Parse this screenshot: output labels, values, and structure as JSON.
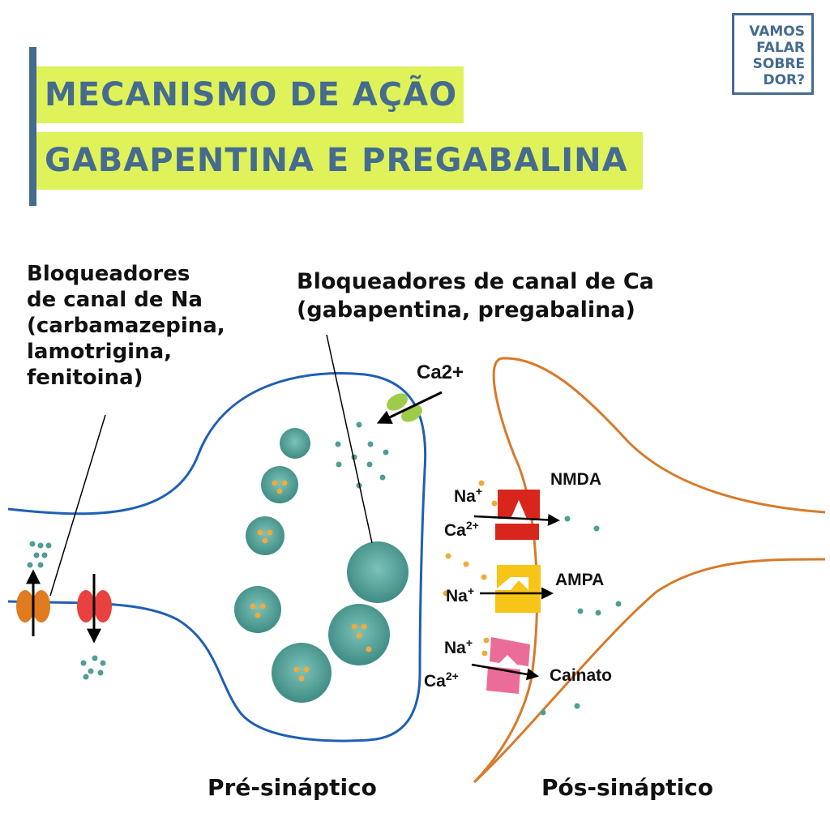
{
  "title": {
    "line1": "MECANISMO DE AÇÃO",
    "line2": "GABAPENTINA E PREGABALINA"
  },
  "logo": {
    "line1": "VAMOS",
    "line2": "FALAR",
    "line3": "SOBRE",
    "line4": "DOR?"
  },
  "labels": {
    "na_blockers": [
      "Bloqueadores",
      "de canal de Na",
      "(carbamazepina,",
      "lamotrigina,",
      "fenitoina)"
    ],
    "ca_blockers": [
      "Bloqueadores de canal de Ca",
      "(gabapentina, pregabalina)"
    ],
    "ca2_plus": "Ca2+",
    "pre_synaptic": "Pré-sináptico",
    "post_synaptic": "Pós-sináptico"
  },
  "receptors": {
    "nmda": {
      "name": "NMDA",
      "ion1": "Na",
      "ion1_charge": "+",
      "ion2": "Ca",
      "ion2_charge": "2+"
    },
    "ampa": {
      "name": "AMPA",
      "ion1": "Na",
      "ion1_charge": "+"
    },
    "kainate": {
      "name": "Cainato",
      "ion1": "Na",
      "ion1_charge": "+",
      "ion2": "Ca",
      "ion2_charge": "2+"
    }
  },
  "colors": {
    "title_band": "#dff25a",
    "title_text": "#456b8f",
    "presynaptic_membrane": "#1f5fb4",
    "postsynaptic_membrane": "#d77a2a",
    "vesicle": "#4f9e96",
    "neurotransmitter_dot": "#4f9e96",
    "ion_dot": "#f2a93b",
    "ca_channel": "#9ccc4a",
    "na_channel_orange": "#e07b1f",
    "na_channel_red": "#e8413e",
    "nmda_receptor": "#d9261c",
    "ampa_receptor": "#f7c418",
    "kainate_receptor": "#ea6c98"
  }
}
